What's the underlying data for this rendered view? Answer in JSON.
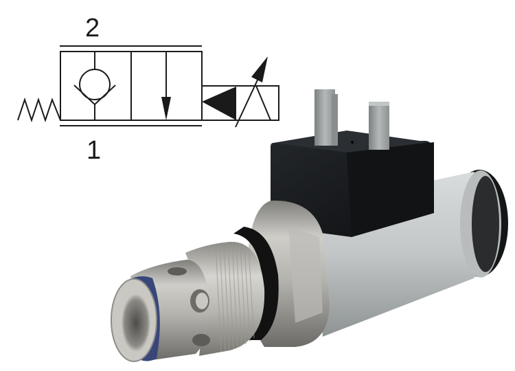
{
  "schematic": {
    "title": "2-way solenoid cartridge valve hydraulic symbol",
    "port_top_label": "2",
    "port_bottom_label": "1",
    "elements": [
      "spring-return",
      "check-valve-position",
      "flow-arrow-position",
      "solenoid-actuator",
      "variable-adjustment-arrow"
    ],
    "line_color": "#1a1a1a"
  },
  "product": {
    "type": "solenoid cartridge valve render",
    "components": [
      "coil-connector-block",
      "spade-terminal-pins",
      "coil-housing",
      "coil-end-nut",
      "hex-body",
      "o-ring-black",
      "threaded-section",
      "cross-ports",
      "nose-seal-blue"
    ],
    "colors": {
      "connector": "#141618",
      "coil_housing": "#c3c7c8",
      "steel": "#a9a8a4",
      "seal_blue": "#3a4a7c",
      "o_ring": "#111111",
      "background": "#ffffff"
    }
  }
}
